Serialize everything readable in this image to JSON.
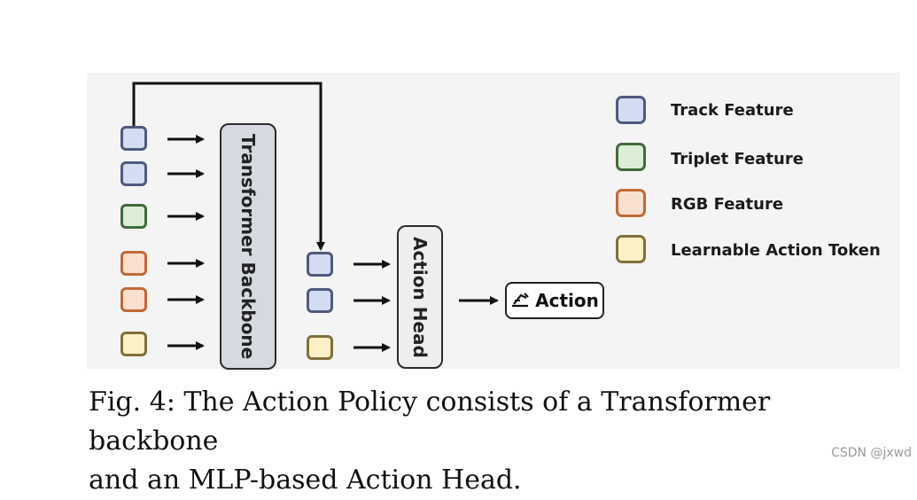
{
  "diagram": {
    "backbone_label": "Transformer Backbone",
    "head_label": "Action Head",
    "action_label": "Action",
    "action_icon": "robot-arm-icon"
  },
  "legend": [
    {
      "label": "Track Feature",
      "fill": "#d3dcf1",
      "border": "#4f5a7e"
    },
    {
      "label": "Triplet Feature",
      "fill": "#dcecd6",
      "border": "#3f6b3a"
    },
    {
      "label": "RGB Feature",
      "fill": "#f8dfcf",
      "border": "#c06a37"
    },
    {
      "label": "Learnable Action Token",
      "fill": "#fbf1c5",
      "border": "#81703a"
    }
  ],
  "caption": {
    "line1": "Fig. 4: The Action Policy consists of a Transformer backbone",
    "line2": "and an MLP-based Action Head."
  },
  "watermark": "CSDN @jxwd"
}
